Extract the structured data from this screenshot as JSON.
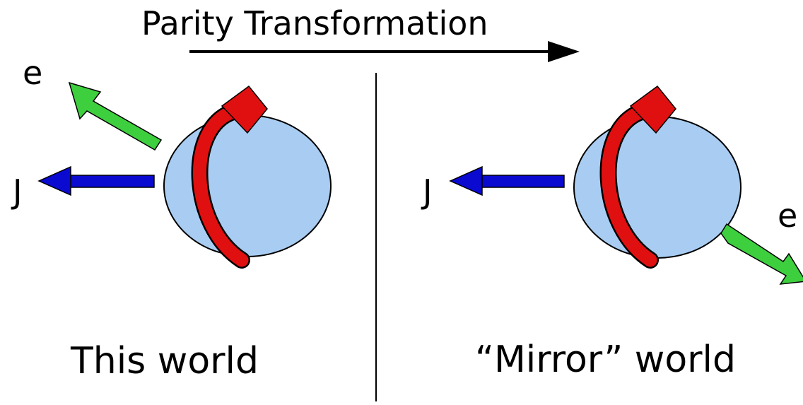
{
  "title": "Parity Transformation",
  "left_panel": {
    "caption": "This world",
    "electron_label": "e",
    "spin_label": "J"
  },
  "right_panel": {
    "caption": "“Mirror” world",
    "electron_label": "e",
    "spin_label": "J"
  },
  "colors": {
    "nucleus_fill": "#a9cdf2",
    "rotation_arrow": "#e01010",
    "spin_arrow": "#0a0ad0",
    "electron_arrow": "#3ecf3e",
    "line": "#000000"
  }
}
